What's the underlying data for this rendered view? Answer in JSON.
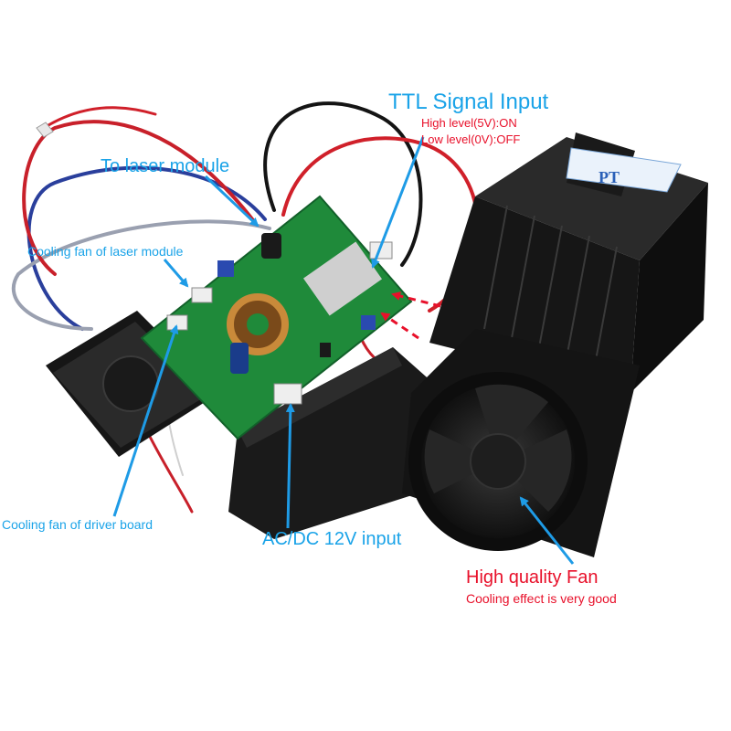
{
  "image": {
    "brand_logo_text": "PT",
    "labels": {
      "ttl_title": "TTL Signal Input",
      "ttl_high": "High level(5V):ON",
      "ttl_low": "Low level(0V):OFF",
      "to_laser": "To laser module",
      "cooling_laser": "Cooling fan of laser module",
      "cooling_driver": "Cooling fan of driver board",
      "acdc_input": "AC/DC 12V input",
      "fan_title": "High quality Fan",
      "fan_subtitle": "Cooling effect is very good"
    },
    "colors": {
      "label_blue": "#1aa3e8",
      "label_red": "#e8102a",
      "arrow_blue": "#1e9be6",
      "arrow_red": "#e8102a",
      "pcb_green": "#1f8a3a",
      "heatsink_black": "#1c1c1c"
    }
  }
}
